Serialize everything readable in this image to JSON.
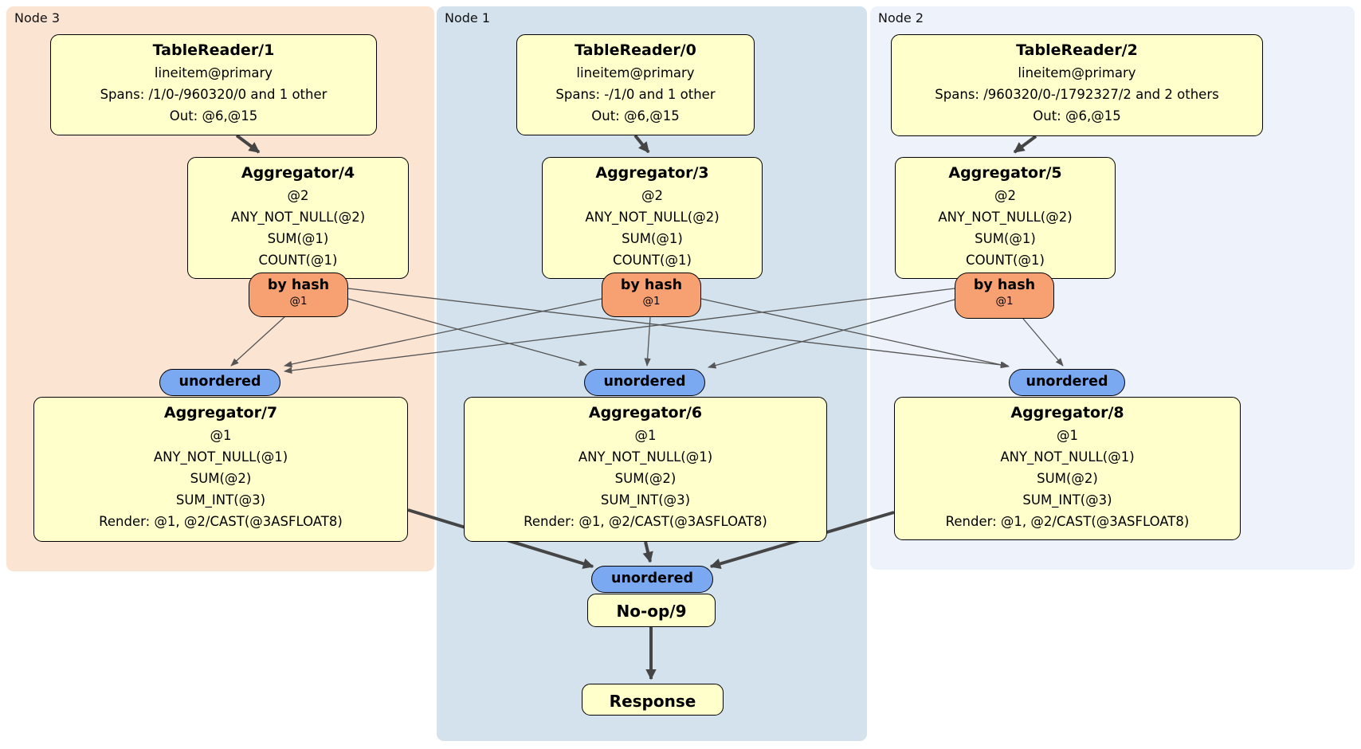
{
  "colors": {
    "panel-node3": "#fce4d3",
    "panel-node1": "#d3e2ec",
    "panel-node2": "#edf2fb",
    "box-fill": "#ffffcc",
    "router-fill": "#f7a172",
    "stream-fill": "#7aa8f1",
    "edge-thick": "#454545",
    "edge-thin": "#555555"
  },
  "panels": {
    "node3": {
      "label": "Node 3"
    },
    "node1": {
      "label": "Node 1"
    },
    "node2": {
      "label": "Node 2"
    }
  },
  "processors": {
    "tr1": {
      "title": "TableReader/1",
      "lines": [
        "lineitem@primary",
        "Spans: /1/0-/960320/0 and 1 other",
        "Out: @6,@15"
      ]
    },
    "tr0": {
      "title": "TableReader/0",
      "lines": [
        "lineitem@primary",
        "Spans: -/1/0 and 1 other",
        "Out: @6,@15"
      ]
    },
    "tr2": {
      "title": "TableReader/2",
      "lines": [
        "lineitem@primary",
        "Spans: /960320/0-/1792327/2 and 2 others",
        "Out: @6,@15"
      ]
    },
    "agg4": {
      "title": "Aggregator/4",
      "lines": [
        "@2",
        "ANY_NOT_NULL(@2)",
        "SUM(@1)",
        "COUNT(@1)"
      ]
    },
    "agg3": {
      "title": "Aggregator/3",
      "lines": [
        "@2",
        "ANY_NOT_NULL(@2)",
        "SUM(@1)",
        "COUNT(@1)"
      ]
    },
    "agg5": {
      "title": "Aggregator/5",
      "lines": [
        "@2",
        "ANY_NOT_NULL(@2)",
        "SUM(@1)",
        "COUNT(@1)"
      ]
    },
    "agg7": {
      "title": "Aggregator/7",
      "lines": [
        "@1",
        "ANY_NOT_NULL(@1)",
        "SUM(@2)",
        "SUM_INT(@3)",
        "Render: @1, @2/CAST(@3ASFLOAT8)"
      ]
    },
    "agg6": {
      "title": "Aggregator/6",
      "lines": [
        "@1",
        "ANY_NOT_NULL(@1)",
        "SUM(@2)",
        "SUM_INT(@3)",
        "Render: @1, @2/CAST(@3ASFLOAT8)"
      ]
    },
    "agg8": {
      "title": "Aggregator/8",
      "lines": [
        "@1",
        "ANY_NOT_NULL(@1)",
        "SUM(@2)",
        "SUM_INT(@3)",
        "Render: @1, @2/CAST(@3ASFLOAT8)"
      ]
    },
    "noop": {
      "title": "No-op/9"
    },
    "response": {
      "title": "Response"
    }
  },
  "routers": {
    "hash4": {
      "label": "by hash",
      "detail": "@1"
    },
    "hash3": {
      "label": "by hash",
      "detail": "@1"
    },
    "hash5": {
      "label": "by hash",
      "detail": "@1"
    }
  },
  "streams": {
    "unordered7": {
      "label": "unordered"
    },
    "unordered6": {
      "label": "unordered"
    },
    "unordered8": {
      "label": "unordered"
    },
    "unordered9": {
      "label": "unordered"
    }
  }
}
